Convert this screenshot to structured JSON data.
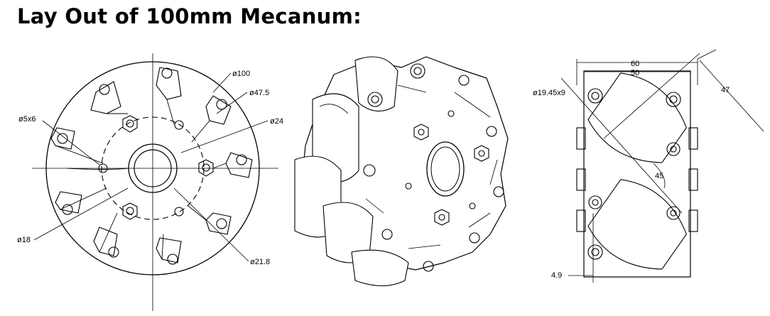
{
  "page_title": "Lay Out of 100mm Mecanum:",
  "front_view": {
    "dim_outer_diameter": "ø100",
    "dim_bolt_circle": "ø47.5",
    "dim_bore": "ø24",
    "dim_holes": "ø5x6",
    "dim_hub": "ø18",
    "dim_boss": "ø21.8"
  },
  "side_view": {
    "dim_overall_width": "60",
    "dim_inner_width": "50",
    "dim_roller": "ø19.45x9",
    "dim_diagonal": "47",
    "dim_angle": "45",
    "dim_offset": "4.9"
  }
}
